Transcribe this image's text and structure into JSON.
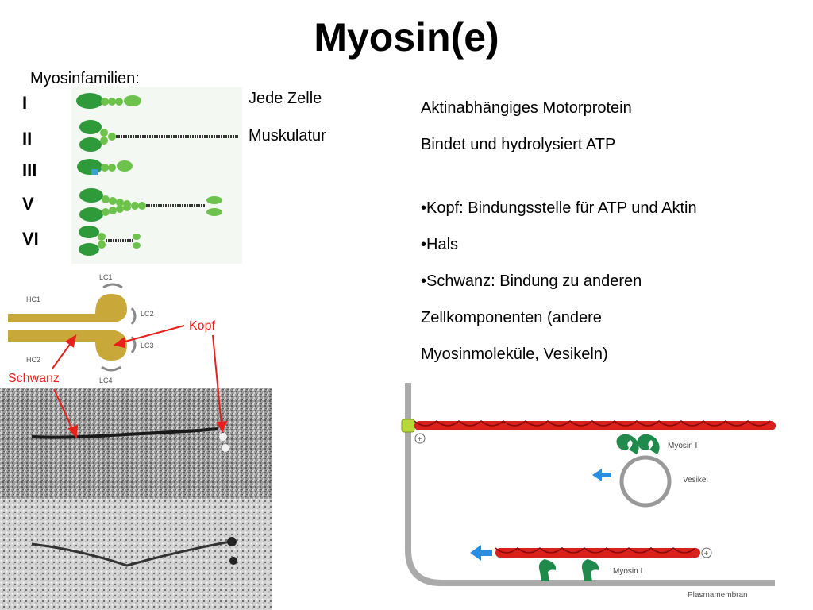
{
  "slide": {
    "title": "Myosin(e)",
    "families_label": "Myosinfamilien:",
    "families": [
      "I",
      "II",
      "III",
      "V",
      "VI"
    ],
    "annotations": {
      "every_cell": "Jede Zelle",
      "muscle": "Muskulatur"
    },
    "text_lines": [
      "Aktinabhängiges Motorprotein",
      "Bindet und hydrolysiert ATP",
      "•Kopf: Bindungsstelle für ATP und Aktin",
      "•Hals",
      "•Schwanz: Bindung zu anderen",
      "Zellkomponenten (andere",
      "Myosinmoleküle, Vesikeln)"
    ]
  },
  "structure_diagram": {
    "labels": {
      "head": "Kopf",
      "tail": "Schwanz",
      "hc1": "HC1",
      "hc2": "HC2",
      "lc1": "LC1",
      "lc2": "LC2",
      "lc3": "LC3",
      "lc4": "LC4"
    }
  },
  "transport_diagram": {
    "labels": {
      "myosin_top": "Myosin I",
      "vesicle": "Vesikel",
      "myosin_bottom": "Myosin I",
      "membrane": "Plasmamembran",
      "plus": "+"
    }
  },
  "colors": {
    "myosin_green": "#2e9a3a",
    "myosin_light_green": "#6cc24a",
    "tail_gold": "#c9a83a",
    "actin_red": "#d8201c",
    "arrow_blue": "#2a8ee0",
    "annotation_red": "#e8201c",
    "motor_green": "#1f8a4c"
  }
}
